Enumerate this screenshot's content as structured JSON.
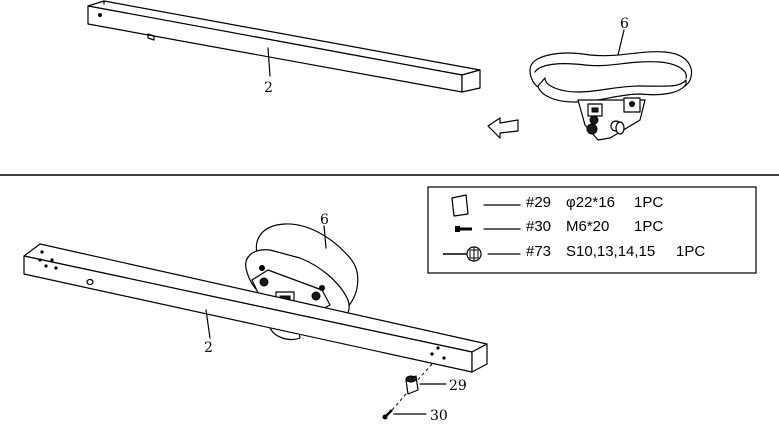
{
  "step_top": {
    "callouts": {
      "rail": "2",
      "seat": "6"
    }
  },
  "step_bottom": {
    "callouts": {
      "seat": "6",
      "rail": "2",
      "bushing": "29",
      "bolt": "30"
    }
  },
  "legend": {
    "items": [
      {
        "code": "#29",
        "spec": "φ22*16",
        "qty": "1PC",
        "icon": "bushing-icon"
      },
      {
        "code": "#30",
        "spec": "M6*20",
        "qty": "1PC",
        "icon": "bolt-icon"
      },
      {
        "code": "#73",
        "spec": "S10,13,14,15",
        "qty": "1PC",
        "icon": "wrench-icon"
      }
    ]
  },
  "colors": {
    "ink": "#000000",
    "paper": "#ffffff"
  }
}
